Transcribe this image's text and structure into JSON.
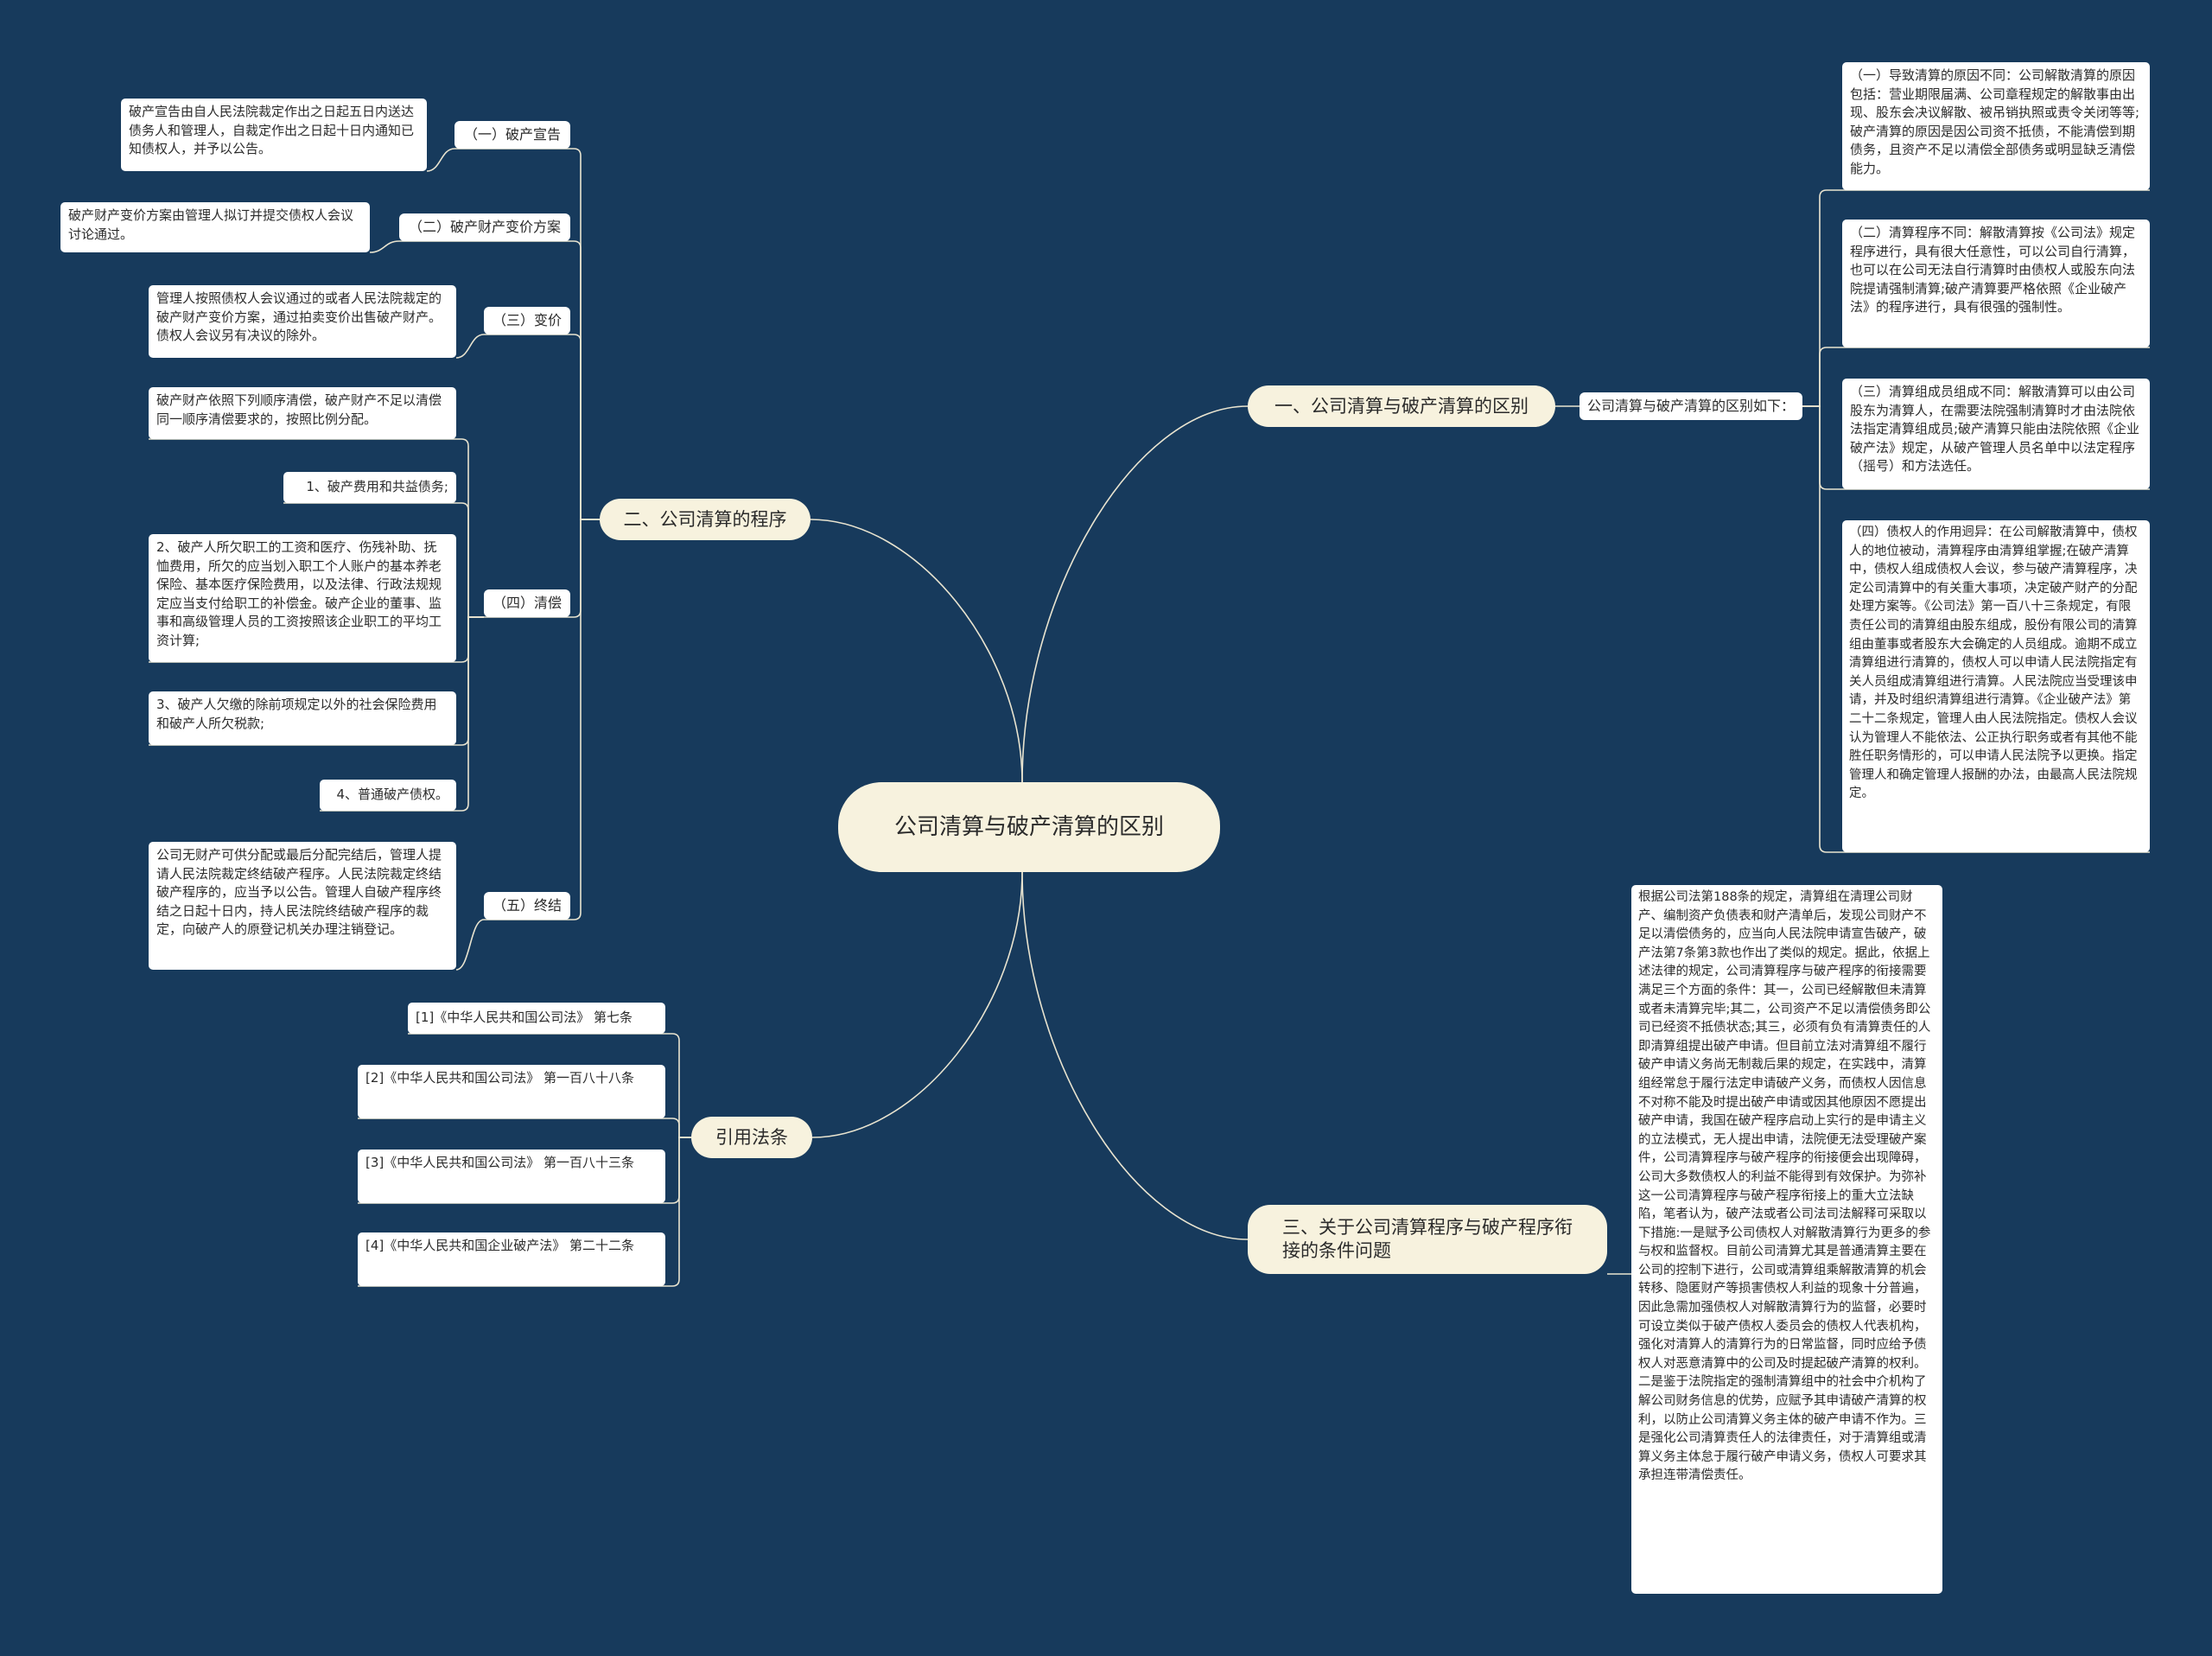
{
  "root": {
    "label": "公司清算与破产清算的区别"
  },
  "topic_distinction": {
    "label": "一、公司清算与破产清算的区别",
    "sub_label": "公司清算与破产清算的区别如下：",
    "points": [
      "（一）导致清算的原因不同：公司解散清算的原因包括：营业期限届满、公司章程规定的解散事由出现、股东会决议解散、被吊销执照或责令关闭等等;破产清算的原因是因公司资不抵债，不能清偿到期债务，且资产不足以清偿全部债务或明显缺乏清偿能力。",
      "（二）清算程序不同：解散清算按《公司法》规定程序进行，具有很大任意性，可以公司自行清算，也可以在公司无法自行清算时由债权人或股东向法院提请强制清算;破产清算要严格依照《企业破产法》的程序进行，具有很强的强制性。",
      "（三）清算组成员组成不同：解散清算可以由公司股东为清算人，在需要法院强制清算时才由法院依法指定清算组成员;破产清算只能由法院依照《企业破产法》规定，从破产管理人员名单中以法定程序（摇号）和方法选任。",
      "（四）债权人的作用迥异：在公司解散清算中，债权人的地位被动，清算程序由清算组掌握;在破产清算中，债权人组成债权人会议，参与破产清算程序，决定公司清算中的有关重大事项，决定破产财产的分配处理方案等。《公司法》第一百八十三条规定，有限责任公司的清算组由股东组成，股份有限公司的清算组由董事或者股东大会确定的人员组成。逾期不成立清算组进行清算的，债权人可以申请人民法院指定有关人员组成清算组进行清算。人民法院应当受理该申请，并及时组织清算组进行清算。《企业破产法》第二十二条规定，管理人由人民法院指定。债权人会议认为管理人不能依法、公正执行职务或者有其他不能胜任职务情形的，可以申请人民法院予以更换。指定管理人和确定管理人报酬的办法，由最高人民法院规定。"
    ]
  },
  "topic_procedure": {
    "label": "二、公司清算的程序",
    "steps": [
      {
        "label": "（一）破产宣告",
        "detail": "破产宣告由自人民法院裁定作出之日起五日内送达债务人和管理人，自裁定作出之日起十日内通知已知债权人，并予以公告。"
      },
      {
        "label": "（二）破产财产变价方案",
        "detail": "破产财产变价方案由管理人拟订并提交债权人会议讨论通过。"
      },
      {
        "label": "（三）变价",
        "detail": "管理人按照债权人会议通过的或者人民法院裁定的破产财产变价方案，通过拍卖变价出售破产财产。债权人会议另有决议的除外。"
      },
      {
        "label": "（四）清偿",
        "items": [
          "破产财产依照下列顺序清偿，破产财产不足以清偿同一顺序清偿要求的，按照比例分配。",
          "1、破产费用和共益债务;",
          "2、破产人所欠职工的工资和医疗、伤残补助、抚恤费用，所欠的应当划入职工个人账户的基本养老保险、基本医疗保险费用，以及法律、行政法规规定应当支付给职工的补偿金。破产企业的董事、监事和高级管理人员的工资按照该企业职工的平均工资计算;",
          "3、破产人欠缴的除前项规定以外的社会保险费用和破产人所欠税款;",
          "4、普通破产债权。"
        ]
      },
      {
        "label": "（五）终结",
        "detail": "公司无财产可供分配或最后分配完结后，管理人提请人民法院裁定终结破产程序。人民法院裁定终结破产程序的，应当予以公告。管理人自破产程序终结之日起十日内，持人民法院终结破产程序的裁定，向破产人的原登记机关办理注销登记。"
      }
    ]
  },
  "topic_citations": {
    "label": "引用法条",
    "items": [
      "[1]《中华人民共和国公司法》 第七条",
      "[2]《中华人民共和国公司法》 第一百八十八条",
      "[3]《中华人民共和国公司法》 第一百八十三条",
      "[4]《中华人民共和国企业破产法》 第二十二条"
    ]
  },
  "topic_connection": {
    "label": "三、关于公司清算程序与破产程序衔接的条件问题",
    "detail": "根据公司法第188条的规定，清算组在清理公司财产、编制资产负债表和财产清单后，发现公司财产不足以清偿债务的，应当向人民法院申请宣告破产，破产法第7条第3款也作出了类似的规定。据此，依据上述法律的规定，公司清算程序与破产程序的衔接需要满足三个方面的条件：其一，公司已经解散但未清算或者未清算完毕;其二，公司资产不足以清偿债务即公司已经资不抵债状态;其三，必须有负有清算责任的人即清算组提出破产申请。但目前立法对清算组不履行破产申请义务尚无制裁后果的规定，在实践中，清算组经常怠于履行法定申请破产义务，而债权人因信息不对称不能及时提出破产申请或因其他原因不愿提出破产申请，我国在破产程序启动上实行的是申请主义的立法模式，无人提出申请，法院便无法受理破产案件，公司清算程序与破产程序的衔接便会出现障碍，公司大多数债权人的利益不能得到有效保护。为弥补这一公司清算程序与破产程序衔接上的重大立法缺陷，笔者认为，破产法或者公司法司法解释可采取以下措施:一是赋予公司债权人对解散清算行为更多的参与权和监督权。目前公司清算尤其是普通清算主要在公司的控制下进行，公司或清算组乘解散清算的机会转移、隐匿财产等损害债权人利益的现象十分普遍，因此急需加强债权人对解散清算行为的监督，必要时可设立类似于破产债权人委员会的债权人代表机构，强化对清算人的清算行为的日常监督，同时应给予债权人对恶意清算中的公司及时提起破产清算的权利。二是鉴于法院指定的强制清算组中的社会中介机构了解公司财务信息的优势，应赋予其申请破产清算的权利，以防止公司清算义务主体的破产申请不作为。三是强化公司清算责任人的法律责任，对于清算组或清算义务主体怠于履行破产申请义务，债权人可要求其承担连带清偿责任。"
  },
  "colors": {
    "background": "#173a5c",
    "line": "#e9e4d0",
    "main_node": "#f7f2de",
    "leaf_node": "#ffffff"
  }
}
